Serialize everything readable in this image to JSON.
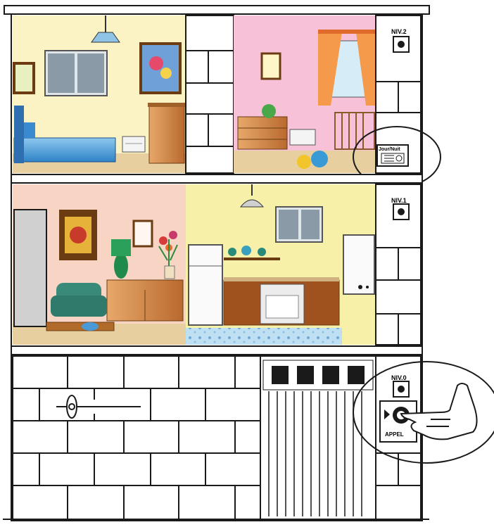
{
  "floors": {
    "level2": {
      "button_label": "NIV.2"
    },
    "level1": {
      "button_label": "NIV.1"
    },
    "level0": {
      "button_label": "NIV.0"
    }
  },
  "day_night_switch": {
    "label": "Jour/Nuit"
  },
  "call_panel": {
    "label": "APPEL"
  },
  "colors": {
    "bedroom_wall": "#fbf3c4",
    "nursery_wall": "#f7c2d8",
    "living_wall": "#f8d4c4",
    "kitchen_wall": "#f6f0a8",
    "floor_wood": "#e8cfa0",
    "outline": "#1a1a1a"
  },
  "icons": [
    "lamp-icon",
    "radiator-icon",
    "window-icon",
    "hand-pointer-icon",
    "door-lamp-icon"
  ]
}
